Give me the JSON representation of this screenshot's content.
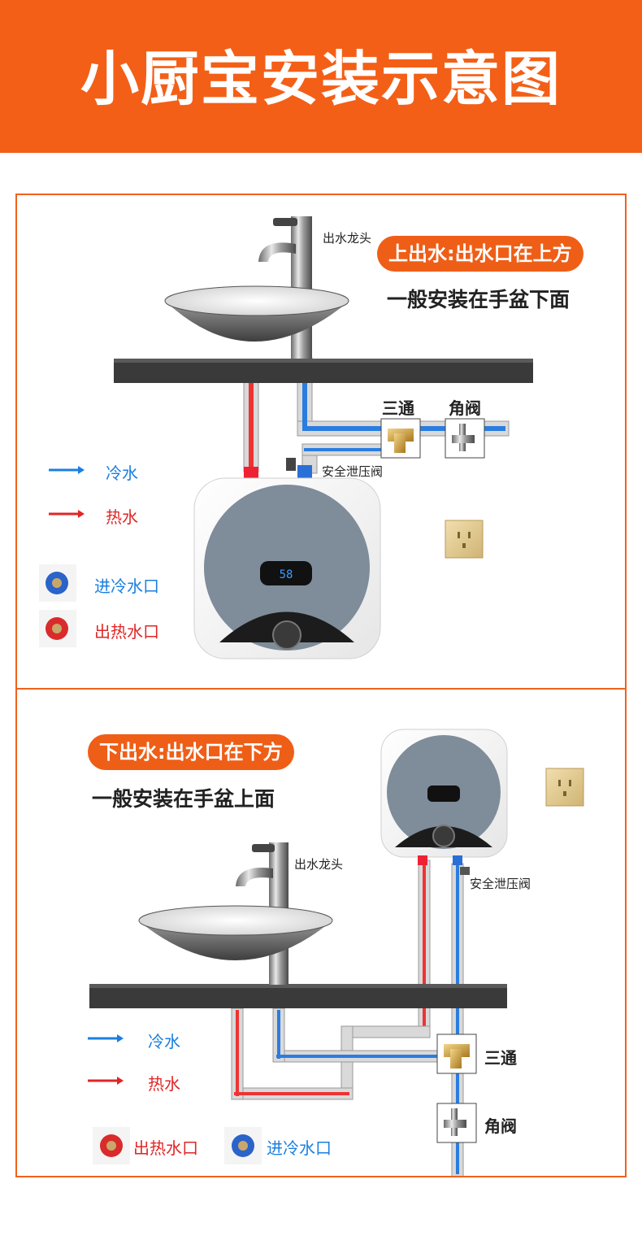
{
  "title": "小厨宝安装示意图",
  "top": {
    "badge": "上出水:出水口在上方",
    "subtitle": "一般安装在手盆下面",
    "faucet_label": "出水龙头",
    "tee_label": "三通",
    "angle_valve_label": "角阀",
    "relief_valve_label": "安全泄压阀",
    "legend_cold": "冷水",
    "legend_hot": "热水",
    "inlet_label": "进冷水口",
    "outlet_label": "出热水口",
    "display_value": "58"
  },
  "bottom": {
    "badge": "下出水:出水口在下方",
    "subtitle": "一般安装在手盆上面",
    "faucet_label": "出水龙头",
    "tee_label": "三通",
    "angle_valve_label": "角阀",
    "relief_valve_label": "安全泄压阀",
    "legend_cold": "冷水",
    "legend_hot": "热水",
    "inlet_label": "进冷水口",
    "outlet_label": "出热水口"
  },
  "colors": {
    "accent": "#f35f17",
    "cold": "#1a7fe0",
    "hot": "#e02626"
  }
}
